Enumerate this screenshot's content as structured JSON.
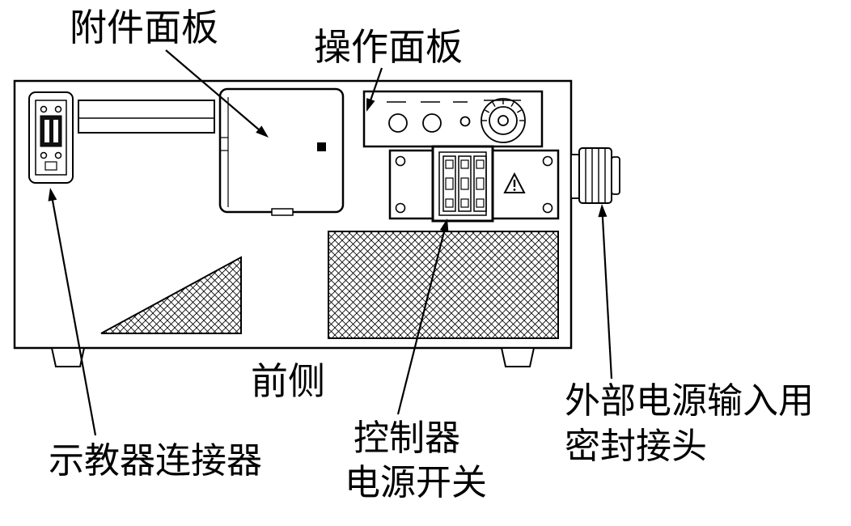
{
  "diagram": {
    "title": "controller-front-view-diagram",
    "labels": {
      "accessory_panel": "附件面板",
      "operation_panel": "操作面板",
      "front_side": "前侧",
      "teach_pendant_connector": "示教器连接器",
      "controller_line1": "控制器",
      "controller_line2": "电源开关",
      "external_power_line1": "外部电源输入用",
      "external_power_line2": "密封接头"
    },
    "colors": {
      "line": "#000000",
      "background": "#ffffff"
    }
  }
}
